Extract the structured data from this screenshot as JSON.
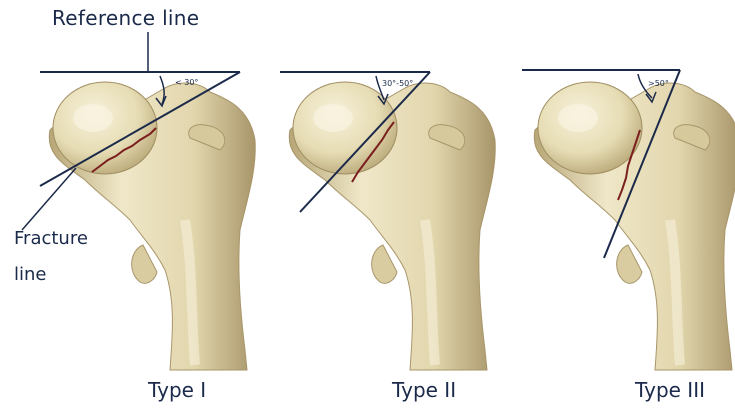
{
  "labels": {
    "reference_line": "Reference line",
    "fracture_line_1": "Fracture",
    "fracture_line_2": "line"
  },
  "panels": [
    {
      "type_label": "Type I",
      "angle_label": "< 30°"
    },
    {
      "type_label": "Type II",
      "angle_label": "30°-50°"
    },
    {
      "type_label": "Type III",
      "angle_label": ">50°"
    }
  ],
  "colors": {
    "bone_fill": "#e9e0bd",
    "bone_shadow": "#c8b98a",
    "outline": "#1b2a4a",
    "fracture": "#7a1e1e"
  }
}
